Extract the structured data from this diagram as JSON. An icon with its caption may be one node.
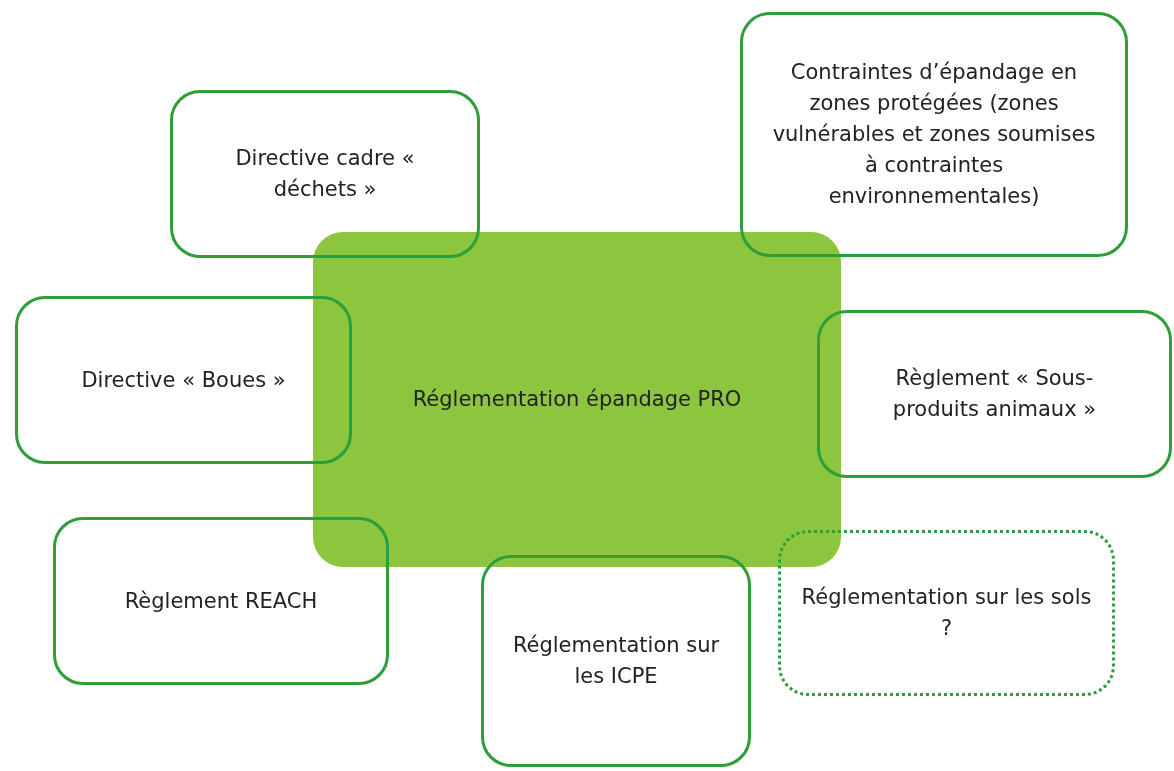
{
  "diagram": {
    "nodes": [
      {
        "text": [
          "Directive cadre « déchets »"
        ]
      },
      {
        "text": [
          "Contraintes d’épandage en zones protégées (zones vulnérables et zones soumises à contraintes environnementales)"
        ]
      },
      {
        "text": [
          "Directive « Boues »"
        ]
      },
      {
        "text": [
          "Réglementation épandage PRO"
        ]
      },
      {
        "text": [
          "Règlement « Sous-produits animaux »"
        ]
      },
      {
        "text": [
          "Règlement REACH"
        ]
      },
      {
        "text": [
          "Réglementation sur les ICPE"
        ]
      },
      {
        "text": [
          "Réglementation sur les sols ?"
        ]
      }
    ],
    "edges": []
  }
}
